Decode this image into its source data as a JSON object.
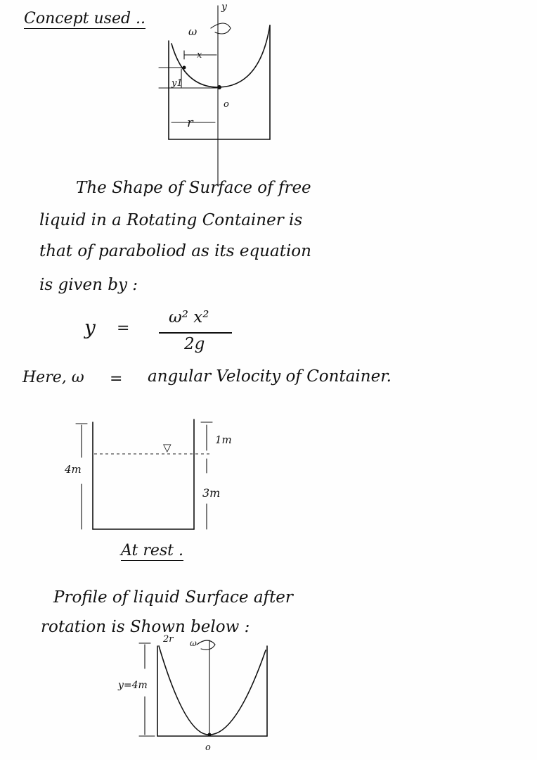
{
  "heading": "Concept used ..",
  "fig1": {
    "omega": "ω",
    "x": "x",
    "y": "y",
    "y1": "y1",
    "o": "o",
    "r": "r"
  },
  "paragraph": {
    "line1": "The   Shape   of  Surface  of  free",
    "line2": "liquid    in    a   Rotating    Container   is",
    "line3": "that   of   paraboliod   as   its   equation",
    "line4": "is    given         by :"
  },
  "equation": {
    "lhs": "y",
    "eq": "=",
    "numerator": "ω² x²",
    "denominator": "2g"
  },
  "definition": {
    "label": "Here, ω",
    "eq": "=",
    "text": "angular   Velocity   of  Container."
  },
  "fig2": {
    "left_height": "4m",
    "top_gap": "1m",
    "liquid_depth": "3m",
    "water_symbol": "▽",
    "caption": "At rest ."
  },
  "profile_text": {
    "line1": "Profile     of     liquid   Surface   after",
    "line2": "rotation        is      Shown       below :"
  },
  "fig3": {
    "top_label": "2r",
    "omega": "ω",
    "height": "y=4m",
    "o": "o"
  }
}
